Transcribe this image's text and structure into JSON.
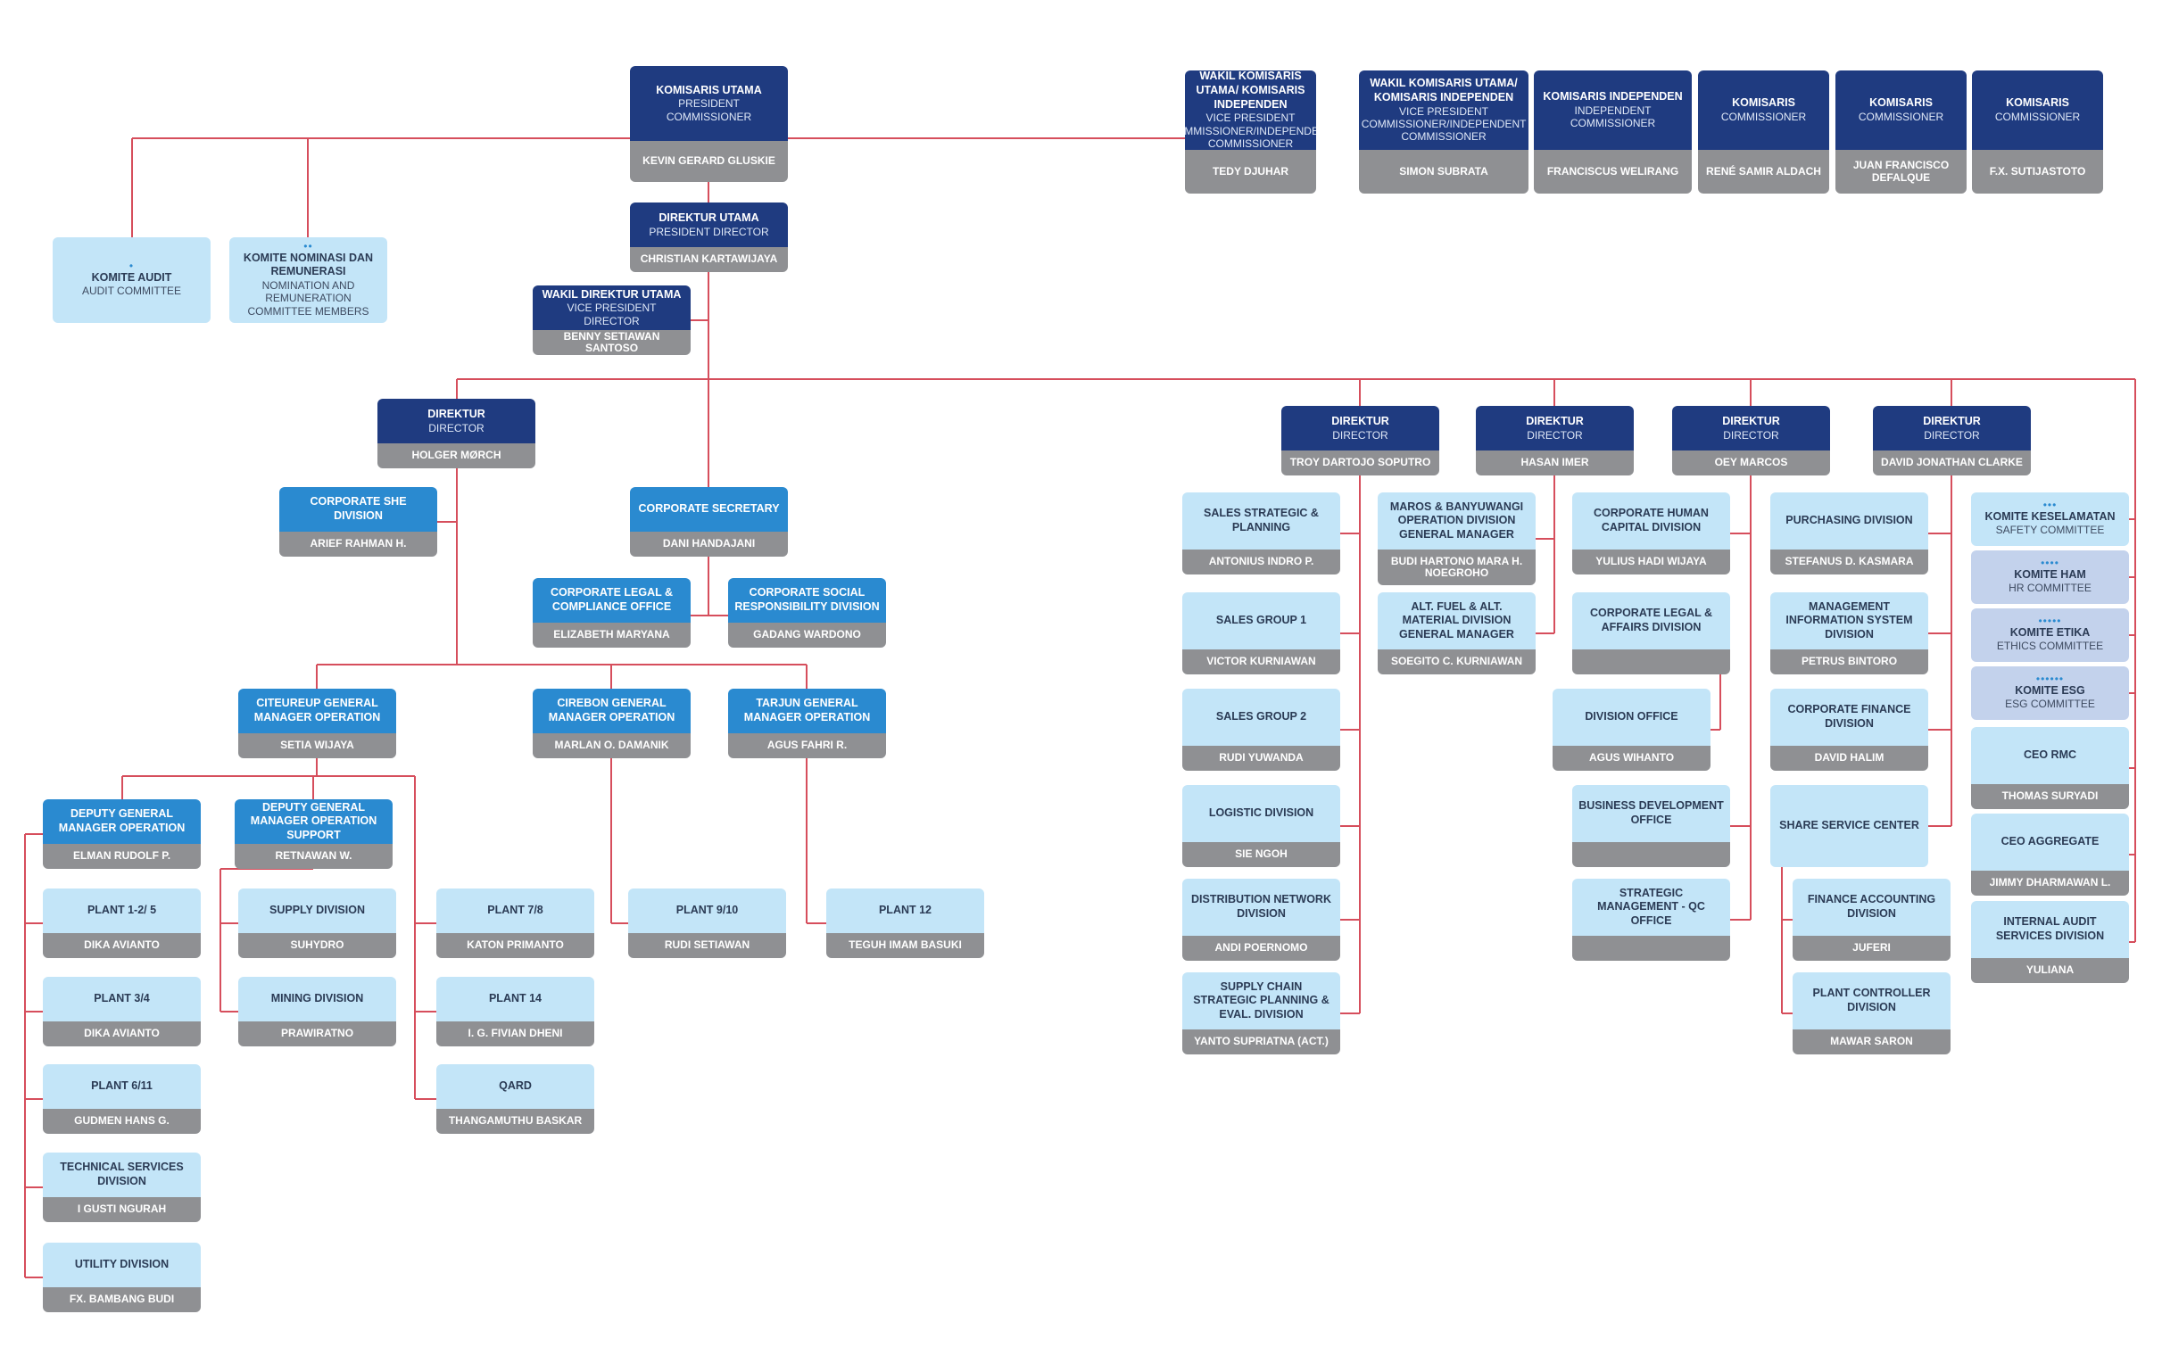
{
  "colors": {
    "navy": "#1f3b80",
    "mid_blue": "#2a8ad0",
    "light_blue": "#c3e5f8",
    "lavender": "#c3d2ec",
    "name_grey": "#8f9093",
    "connector": "#d64e5c"
  },
  "nodes": {
    "president_commissioner": {
      "t1": "KOMISARIS UTAMA",
      "t2": "PRESIDENT COMMISSIONER",
      "name": "KEVIN GERARD GLUSKIE"
    },
    "vice_comm_1": {
      "t1": "WAKIL KOMISARIS UTAMA/ KOMISARIS INDEPENDEN",
      "t2": "VICE PRESIDENT COMMISSIONER/INDEPENDENT COMMISSIONER",
      "name": "TEDY DJUHAR"
    },
    "vice_comm_2": {
      "t1": "WAKIL KOMISARIS UTAMA/ KOMISARIS INDEPENDEN",
      "t2": "VICE PRESIDENT COMMISSIONER/INDEPENDENT COMMISSIONER",
      "name": "SIMON SUBRATA"
    },
    "indep_comm": {
      "t1": "KOMISARIS INDEPENDEN",
      "t2": "INDEPENDENT COMMISSIONER",
      "name": "FRANCISCUS WELIRANG"
    },
    "comm_1": {
      "t1": "KOMISARIS",
      "t2": "COMMISSIONER",
      "name": "RENÉ SAMIR ALDACH"
    },
    "comm_2": {
      "t1": "KOMISARIS",
      "t2": "COMMISSIONER",
      "name": "JUAN FRANCISCO DEFALQUE"
    },
    "comm_3": {
      "t1": "KOMISARIS",
      "t2": "COMMISSIONER",
      "name": "F.X. SUTIJASTOTO"
    },
    "audit_committee": {
      "dots": "•",
      "t1": "KOMITE AUDIT",
      "t2": "AUDIT COMMITTEE"
    },
    "nomination_committee": {
      "dots": "••",
      "t1": "KOMITE NOMINASI DAN REMUNERASI",
      "t2": "NOMINATION AND REMUNERATION COMMITTEE MEMBERS"
    },
    "president_director": {
      "t1": "DIREKTUR UTAMA",
      "t2": "PRESIDENT DIRECTOR",
      "name": "CHRISTIAN KARTAWIJAYA"
    },
    "vice_president_director": {
      "t1": "WAKIL DIREKTUR UTAMA",
      "t2": "VICE PRESIDENT DIRECTOR",
      "name": "BENNY SETIAWAN SANTOSO"
    },
    "director_holger": {
      "t1": "DIREKTUR",
      "t2": "DIRECTOR",
      "name": "HOLGER MØRCH"
    },
    "corporate_she": {
      "t1": "CORPORATE SHE DIVISION",
      "name": "ARIEF RAHMAN H."
    },
    "corporate_secretary": {
      "t1": "CORPORATE SECRETARY",
      "name": "DANI HANDAJANI"
    },
    "corporate_legal_compliance": {
      "t1": "CORPORATE LEGAL & COMPLIANCE OFFICE",
      "name": "ELIZABETH MARYANA"
    },
    "csr_division": {
      "t1": "CORPORATE SOCIAL RESPONSIBILITY DIVISION",
      "name": "GADANG WARDONO"
    },
    "citeureup_gm": {
      "t1": "CITEUREUP GENERAL MANAGER OPERATION",
      "name": "SETIA WIJAYA"
    },
    "cirebon_gm": {
      "t1": "CIREBON GENERAL MANAGER OPERATION",
      "name": "MARLAN O. DAMANIK"
    },
    "tarjun_gm": {
      "t1": "TARJUN GENERAL MANAGER OPERATION",
      "name": "AGUS FAHRI R."
    },
    "dgm_operation": {
      "t1": "DEPUTY GENERAL MANAGER OPERATION",
      "name": "ELMAN RUDOLF P."
    },
    "dgm_support": {
      "t1": "DEPUTY GENERAL MANAGER OPERATION SUPPORT",
      "name": "RETNAWAN W."
    },
    "plant_1_2_5": {
      "t1": "PLANT 1-2/ 5",
      "name": "DIKA AVIANTO"
    },
    "plant_3_4": {
      "t1": "PLANT 3/4",
      "name": "DIKA AVIANTO"
    },
    "plant_6_11": {
      "t1": "PLANT 6/11",
      "name": "GUDMEN HANS G."
    },
    "technical_services": {
      "t1": "TECHNICAL SERVICES DIVISION",
      "name": "I GUSTI NGURAH"
    },
    "utility_division": {
      "t1": "UTILITY DIVISION",
      "name": "FX. BAMBANG BUDI"
    },
    "supply_division": {
      "t1": "SUPPLY DIVISION",
      "name": "SUHYDRO"
    },
    "mining_division": {
      "t1": "MINING DIVISION",
      "name": "PRAWIRATNO"
    },
    "plant_7_8": {
      "t1": "PLANT 7/8",
      "name": "KATON PRIMANTO"
    },
    "plant_14": {
      "t1": "PLANT 14",
      "name": "I. G. FIVIAN DHENI"
    },
    "qard": {
      "t1": "QARD",
      "name": "THANGAMUTHU BASKAR"
    },
    "plant_9_10": {
      "t1": "PLANT 9/10",
      "name": "RUDI SETIAWAN"
    },
    "plant_12": {
      "t1": "PLANT 12",
      "name": "TEGUH IMAM BASUKI"
    },
    "director_troy": {
      "t1": "DIREKTUR",
      "t2": "DIRECTOR",
      "name": "TROY DARTOJO SOPUTRO"
    },
    "director_hasan": {
      "t1": "DIREKTUR",
      "t2": "DIRECTOR",
      "name": "HASAN IMER"
    },
    "director_oey": {
      "t1": "DIREKTUR",
      "t2": "DIRECTOR",
      "name": "OEY MARCOS"
    },
    "director_david": {
      "t1": "DIREKTUR",
      "t2": "DIRECTOR",
      "name": "DAVID JONATHAN CLARKE"
    },
    "sales_strategic": {
      "t1": "SALES STRATEGIC & PLANNING",
      "name": "ANTONIUS INDRO P."
    },
    "sales_group_1": {
      "t1": "SALES GROUP 1",
      "name": "VICTOR KURNIAWAN"
    },
    "sales_group_2": {
      "t1": "SALES GROUP 2",
      "name": "RUDI YUWANDA"
    },
    "logistic_division": {
      "t1": "LOGISTIC DIVISION",
      "name": "SIE NGOH"
    },
    "distribution_network": {
      "t1": "DISTRIBUTION NETWORK DIVISION",
      "name": "ANDI POERNOMO"
    },
    "supply_chain": {
      "t1": "SUPPLY CHAIN STRATEGIC PLANNING & EVAL. DIVISION",
      "name": "YANTO SUPRIATNA (ACT.)"
    },
    "maros_banyuwangi": {
      "t1": "MAROS & BANYUWANGI OPERATION DIVISION GENERAL MANAGER",
      "name": "BUDI HARTONO MARA H. NOEGROHO"
    },
    "alt_fuel": {
      "t1": "ALT. FUEL & ALT. MATERIAL DIVISION GENERAL MANAGER",
      "name": "SOEGITO C. KURNIAWAN"
    },
    "corporate_hc": {
      "t1": "CORPORATE HUMAN CAPITAL DIVISION",
      "name": "YULIUS HADI WIJAYA"
    },
    "corporate_legal_affairs": {
      "t1": "CORPORATE LEGAL & AFFAIRS DIVISION",
      "name": ""
    },
    "division_office": {
      "t1": "DIVISION OFFICE",
      "name": "AGUS WIHANTO"
    },
    "business_development": {
      "t1": "BUSINESS DEVELOPMENT OFFICE",
      "name": ""
    },
    "strategic_management": {
      "t1": "STRATEGIC MANAGEMENT - QC OFFICE",
      "name": ""
    },
    "purchasing_division": {
      "t1": "PURCHASING DIVISION",
      "name": "STEFANUS D. KASMARA"
    },
    "mis_division": {
      "t1": "MANAGEMENT INFORMATION SYSTEM DIVISION",
      "name": "PETRUS BINTORO"
    },
    "corporate_finance": {
      "t1": "CORPORATE FINANCE DIVISION",
      "name": "DAVID HALIM"
    },
    "share_service_center": {
      "t1": "SHARE SERVICE CENTER"
    },
    "finance_accounting": {
      "t1": "FINANCE ACCOUNTING DIVISION",
      "name": "JUFERI"
    },
    "plant_controller": {
      "t1": "PLANT CONTROLLER DIVISION",
      "name": "MAWAR SARON"
    },
    "safety_committee": {
      "dots": "•••",
      "t1": "KOMITE KESELAMATAN",
      "t2": "SAFETY COMMITTEE"
    },
    "hr_committee": {
      "dots": "••••",
      "t1": "KOMITE HAM",
      "t2": "HR COMMITTEE"
    },
    "ethics_committee": {
      "dots": "•••••",
      "t1": "KOMITE ETIKA",
      "t2": "ETHICS COMMITTEE"
    },
    "esg_committee": {
      "dots": "••••••",
      "t1": "KOMITE ESG",
      "t2": "ESG COMMITTEE"
    },
    "ceo_rmc": {
      "t1": "CEO RMC",
      "name": "THOMAS SURYADI"
    },
    "ceo_aggregate": {
      "t1": "CEO AGGREGATE",
      "name": "JIMMY DHARMAWAN L."
    },
    "internal_audit": {
      "t1": "INTERNAL AUDIT SERVICES DIVISION",
      "name": "YULIANA"
    }
  }
}
